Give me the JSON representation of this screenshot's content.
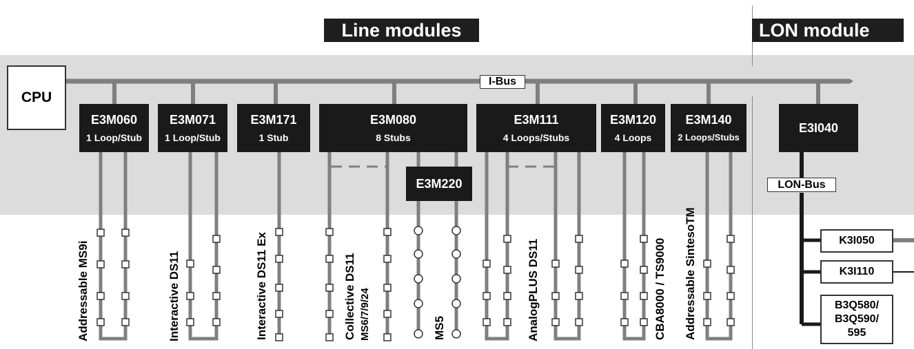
{
  "headings": {
    "line_modules": "Line modules",
    "lon_module": "LON module"
  },
  "buses": {
    "i_bus": "I-Bus",
    "lon_bus": "LON-Bus"
  },
  "cpu": "CPU",
  "modules": [
    {
      "code": "E3M060",
      "sub": "1 Loop/Stub"
    },
    {
      "code": "E3M071",
      "sub": "1 Loop/Stub"
    },
    {
      "code": "E3M171",
      "sub": "1 Stub"
    },
    {
      "code": "E3M080",
      "sub": "8 Stubs"
    },
    {
      "code": "E3M111",
      "sub": "4 Loops/Stubs"
    },
    {
      "code": "E3M120",
      "sub": "4 Loops"
    },
    {
      "code": "E3M140",
      "sub": "2 Loops/Stubs"
    },
    {
      "code": "E3I040",
      "sub": ""
    }
  ],
  "submodule": "E3M220",
  "detector_labels": {
    "addressable_ms9i": "Addressable MS9i",
    "interactive_ds11": "Interactive DS11",
    "interactive_ds11_ex": "Interactive DS11 Ex",
    "collective_ds11": "Collective DS11",
    "collective_ms": "MS6/7/9/24",
    "ms5": "MS5",
    "analogplus_ds11": "AnalogPLUS DS11",
    "cba_ts": "CBA8000 / TS9000",
    "addressable_sinteso": "Addressable SintesoTM"
  },
  "lon_devices": {
    "k3i050": "K3I050",
    "k3i110": "K3I110",
    "b3q": [
      "B3Q580/",
      "B3Q590/",
      "595"
    ]
  },
  "colors": {
    "wire": "#7f7f7f",
    "band": "#dcdcdc",
    "module": "#1a1a1a"
  }
}
